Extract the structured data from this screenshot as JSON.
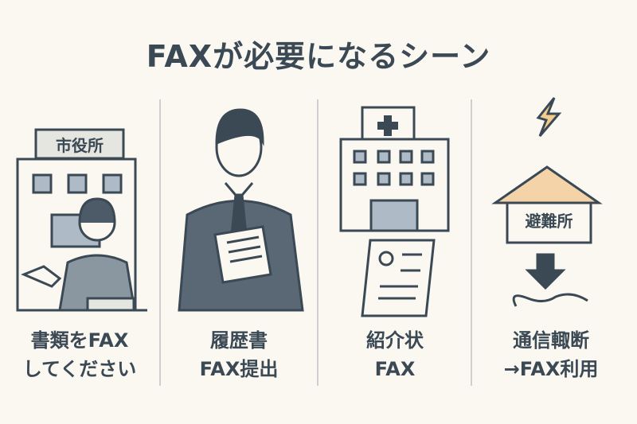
{
  "title": "FAXが必要になるシーン",
  "panels": [
    {
      "sign": "市役所",
      "caption_line1": "書類をFAX",
      "caption_line2": "してください"
    },
    {
      "caption_line1": "履歴書",
      "caption_line2": "FAX提出"
    },
    {
      "caption_line1": "紹介状",
      "caption_line2": "FAX"
    },
    {
      "sign": "避難所",
      "caption_line1": "通信輙断",
      "caption_line2": "→FAX利用"
    }
  ],
  "colors": {
    "background": "#fbf8f2",
    "ink": "#3b4955",
    "roof": "#f5d3a9",
    "lightning": "#f3cd8e"
  }
}
